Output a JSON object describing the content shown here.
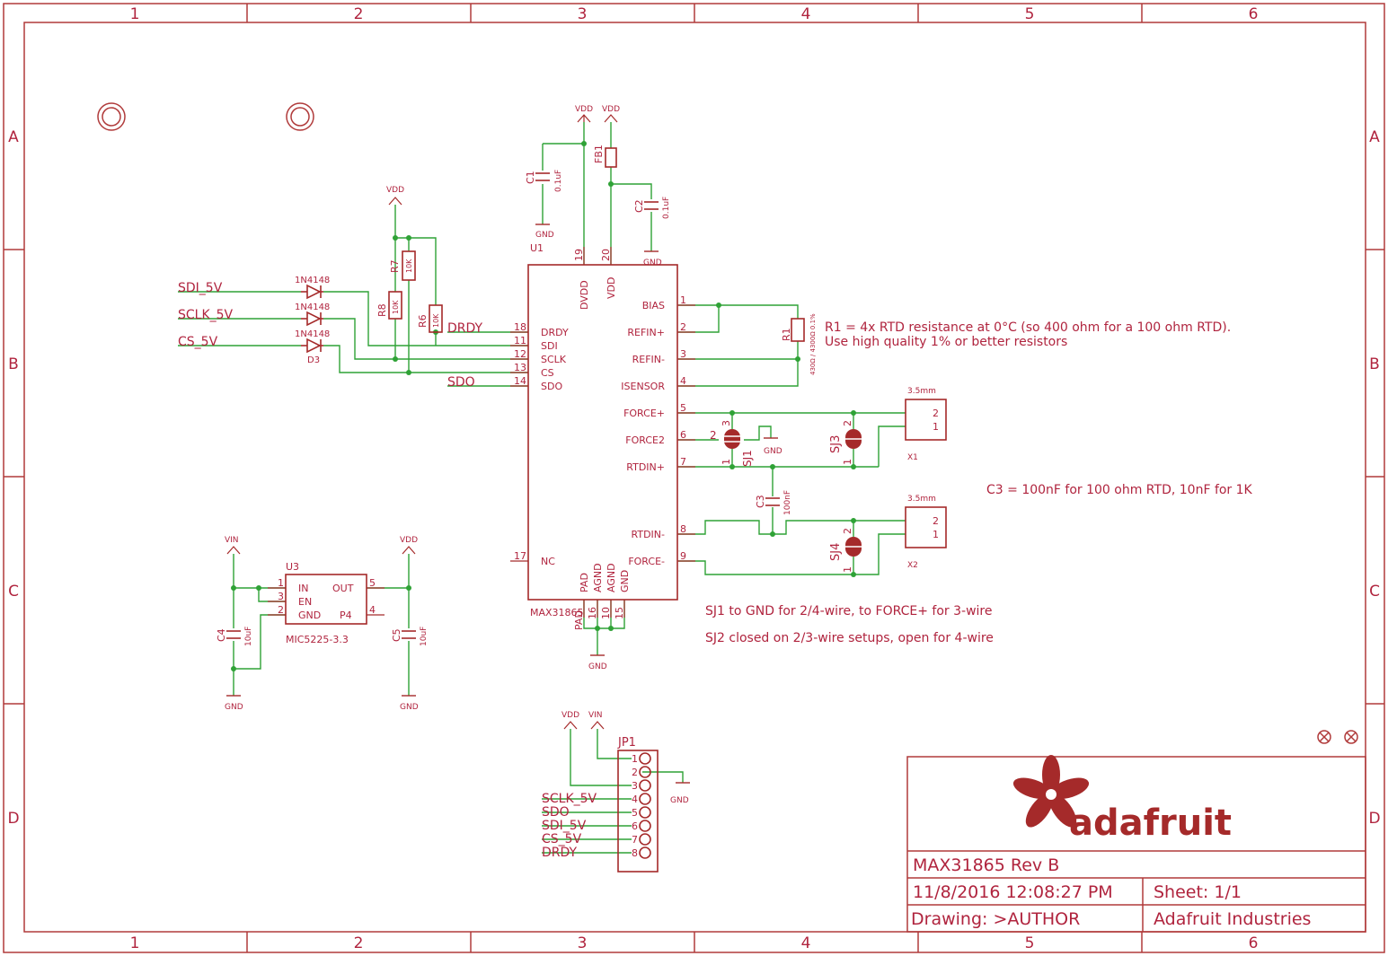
{
  "colors": {
    "frame": "#b03a3a",
    "net": "#2fa236",
    "part": "#a52a2a",
    "text": "#b0243e",
    "junction": "#2fa236"
  },
  "frame": {
    "columns": [
      "1",
      "2",
      "3",
      "4",
      "5",
      "6"
    ],
    "rows": [
      "A",
      "B",
      "C",
      "D"
    ]
  },
  "title_block": {
    "title": "MAX31865 Rev B",
    "date": "11/8/2016 12:08:27 PM",
    "sheet": "Sheet: 1/1",
    "drawing": "Drawing: >AUTHOR",
    "company": "Adafruit Industries",
    "logo_text": "adafruit"
  },
  "notes": {
    "r1_line1": "R1 = 4x RTD resistance at 0°C (so 400 ohm for a 100 ohm RTD).",
    "r1_line2": "Use high quality 1% or better resistors",
    "c3": "C3 = 100nF for 100 ohm RTD, 10nF for 1K",
    "sj1": "SJ1 to GND for 2/4-wire, to FORCE+ for 3-wire",
    "sj2": "SJ2 closed on 2/3-wire setups, open for 4-wire"
  },
  "ic_u1": {
    "ref": "U1",
    "value": "MAX31865",
    "top_pins": [
      {
        "label": "DVDD",
        "num": "19"
      },
      {
        "label": "VDD",
        "num": "20"
      }
    ],
    "left_pins": [
      {
        "label": "DRDY",
        "num": "18",
        "net": "DRDY"
      },
      {
        "label": "SDI",
        "num": "11",
        "net": ""
      },
      {
        "label": "SCLK",
        "num": "12",
        "net": ""
      },
      {
        "label": "CS",
        "num": "13",
        "net": ""
      },
      {
        "label": "SDO",
        "num": "14",
        "net": "SDO"
      },
      {
        "label": "NC",
        "num": "17",
        "net": ""
      }
    ],
    "right_pins": [
      {
        "label": "BIAS",
        "num": "1"
      },
      {
        "label": "REFIN+",
        "num": "2"
      },
      {
        "label": "REFIN-",
        "num": "3"
      },
      {
        "label": "ISENSOR",
        "num": "4"
      },
      {
        "label": "FORCE+",
        "num": "5"
      },
      {
        "label": "FORCE2",
        "num": "6"
      },
      {
        "label": "RTDIN+",
        "num": "7"
      },
      {
        "label": "RTDIN-",
        "num": "8"
      },
      {
        "label": "FORCE-",
        "num": "9"
      }
    ],
    "bottom_pins": [
      {
        "label": "PAD",
        "num": ""
      },
      {
        "label": "AGND",
        "num": "16"
      },
      {
        "label": "AGND",
        "num": "10"
      },
      {
        "label": "GND",
        "num": "15"
      }
    ]
  },
  "ic_u3": {
    "ref": "U3",
    "value": "MIC5225-3.3",
    "pins": [
      {
        "label": "IN",
        "num": "1"
      },
      {
        "label": "EN",
        "num": "3"
      },
      {
        "label": "GND",
        "num": "2"
      },
      {
        "label": "OUT",
        "num": "5"
      },
      {
        "label": "P4",
        "num": "4"
      }
    ]
  },
  "diodes": [
    {
      "net": "SDI_5V",
      "ref": "1N4148"
    },
    {
      "net": "SCLK_5V",
      "ref": "1N4148"
    },
    {
      "net": "CS_5V",
      "ref": "1N4148"
    }
  ],
  "diode_ref": "D3",
  "resistors": [
    {
      "ref": "R7",
      "value": "10K"
    },
    {
      "ref": "R8",
      "value": "10K"
    },
    {
      "ref": "R6",
      "value": "10K"
    },
    {
      "ref": "R1",
      "value": "430Ω / 4300Ω 0.1%"
    }
  ],
  "capacitors": [
    {
      "ref": "C1",
      "value": "0.1uF"
    },
    {
      "ref": "C2",
      "value": "0.1uF"
    },
    {
      "ref": "C3",
      "value": "100nF"
    },
    {
      "ref": "C4",
      "value": "10uF"
    },
    {
      "ref": "C5",
      "value": "10uF"
    }
  ],
  "ferrite": {
    "ref": "FB1"
  },
  "jumpers": [
    {
      "ref": "SJ1",
      "pins": [
        "1",
        "2",
        "3"
      ]
    },
    {
      "ref": "SJ3",
      "pins": [
        "1",
        "2"
      ]
    },
    {
      "ref": "SJ4",
      "pins": [
        "1",
        "2"
      ]
    }
  ],
  "connectors": [
    {
      "ref": "X1",
      "value": "3.5mm",
      "pins": [
        "2",
        "1"
      ]
    },
    {
      "ref": "X2",
      "value": "3.5mm",
      "pins": [
        "2",
        "1"
      ]
    }
  ],
  "header": {
    "ref": "JP1",
    "pins": [
      "1",
      "2",
      "3",
      "4",
      "5",
      "6",
      "7",
      "8"
    ],
    "nets": [
      "",
      "",
      "",
      "SCLK_5V",
      "SDO",
      "SDI_5V",
      "CS_5V",
      "DRDY"
    ]
  },
  "power_labels": {
    "vdd": "VDD",
    "vin": "VIN",
    "gnd": "GND"
  }
}
